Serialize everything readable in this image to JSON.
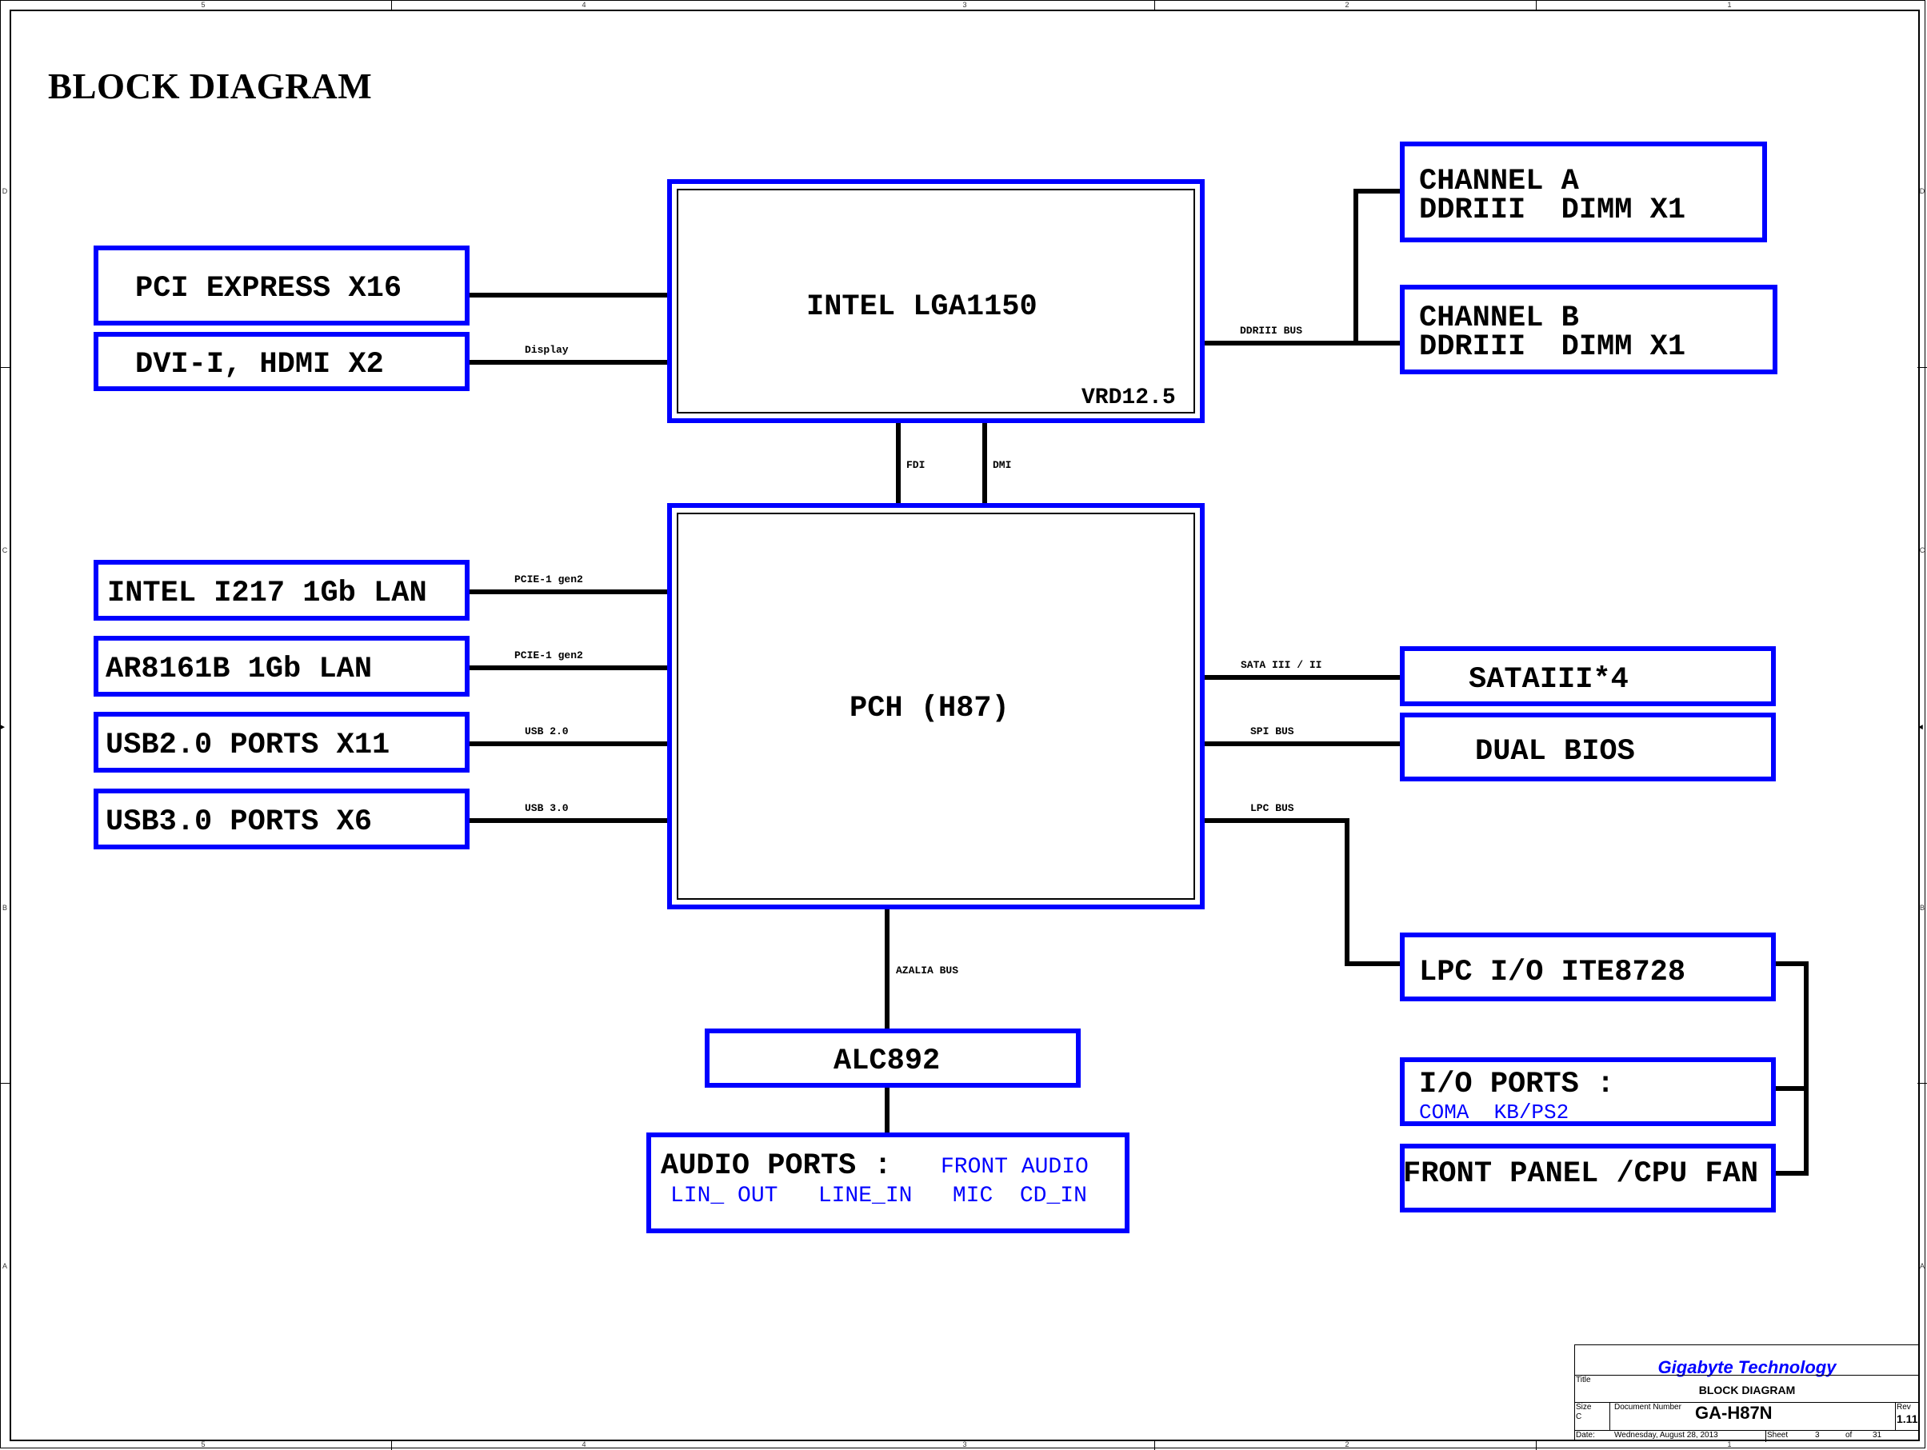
{
  "sheet": {
    "title": "BLOCK DIAGRAM",
    "zones_top": [
      "5",
      "4",
      "3",
      "2",
      "1"
    ],
    "zones_bottom": [
      "5",
      "4",
      "3",
      "2",
      "1"
    ],
    "zones_side": [
      "D",
      "C",
      "B",
      "A"
    ]
  },
  "blocks": {
    "cpu": {
      "label": "INTEL LGA1150",
      "note": "VRD12.5"
    },
    "pch": {
      "label": "PCH (H87)"
    },
    "pcie": {
      "label": "PCI EXPRESS X16"
    },
    "display": {
      "label": "DVI-I, HDMI X2"
    },
    "lan1": {
      "label": "INTEL I217 1Gb LAN"
    },
    "lan2": {
      "label": "AR8161B 1Gb LAN"
    },
    "usb2": {
      "label": "USB2.0 PORTS X11"
    },
    "usb3": {
      "label": "USB3.0 PORTS X6"
    },
    "chan_a": {
      "line1": "CHANNEL A",
      "line2": "DDRIII  DIMM X1"
    },
    "chan_b": {
      "line1": "CHANNEL B",
      "line2": "DDRIII  DIMM X1"
    },
    "sata": {
      "label": "SATAIII*4"
    },
    "bios": {
      "label": "DUAL BIOS"
    },
    "lpcio": {
      "label": "LPC I/O ITE8728"
    },
    "ioports": {
      "label": "I/O PORTS :",
      "items": "COMA  KB/PS2"
    },
    "frontpanel": {
      "label": "FRONT PANEL /CPU FAN"
    },
    "codec": {
      "label": "ALC892"
    },
    "audio": {
      "label": "AUDIO PORTS :",
      "items_line1": "FRONT AUDIO",
      "items_line2": "LIN_ OUT   LINE_IN   MIC  CD_IN"
    }
  },
  "buses": {
    "display": "Display",
    "ddr": "DDRIII BUS",
    "fdi": "FDI",
    "dmi": "DMI",
    "lan1": "PCIE-1 gen2",
    "lan2": "PCIE-1 gen2",
    "usb2": "USB 2.0",
    "usb3": "USB 3.0",
    "sata": "SATA III / II",
    "spi": "SPI BUS",
    "lpc": "LPC BUS",
    "azalia": "AZALIA BUS"
  },
  "title_block": {
    "company": "Gigabyte Technology",
    "title_label": "Title",
    "title": "BLOCK DIAGRAM",
    "size_label": "Size",
    "size": "C",
    "docnum_label": "Document Number",
    "docnum": "GA-H87N",
    "rev_label": "Rev",
    "rev": "1.11",
    "date_label": "Date:",
    "date": "Wednesday, August 28, 2013",
    "sheet_label": "Sheet",
    "sheet": "3",
    "of_label": "of",
    "total": "31"
  },
  "colors": {
    "block_border": "#0000ff",
    "wire": "#000000",
    "company": "#0000ff"
  }
}
